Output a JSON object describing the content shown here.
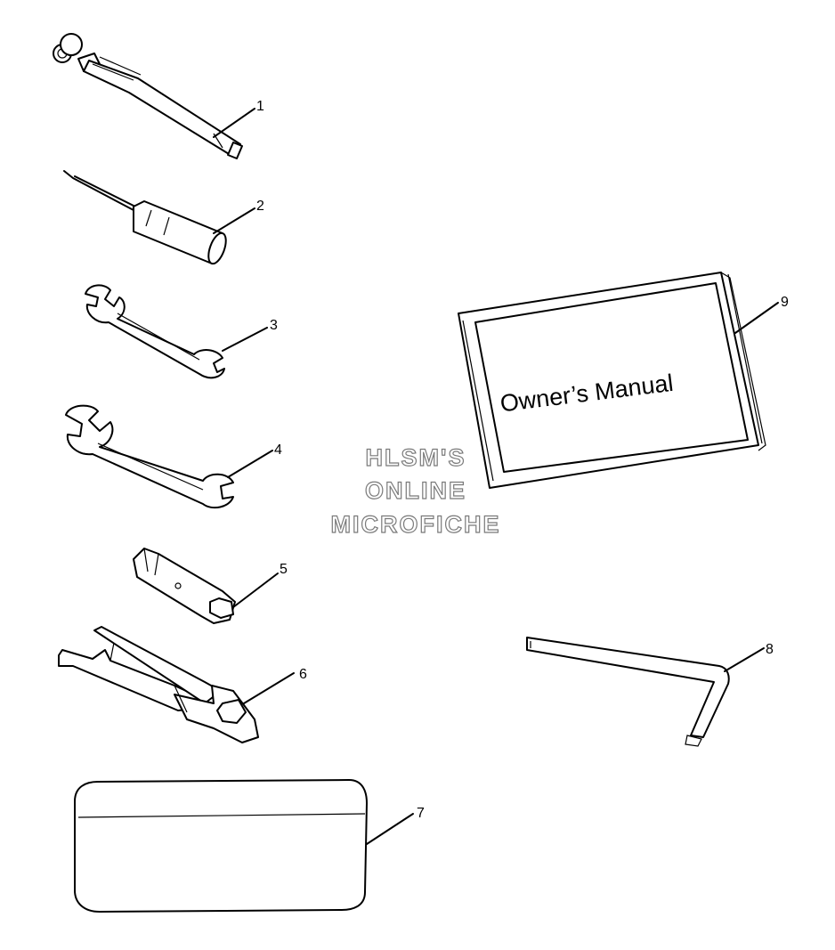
{
  "callouts": {
    "c1": "1",
    "c2": "2",
    "c3": "3",
    "c4": "4",
    "c5": "5",
    "c6": "6",
    "c7": "7",
    "c8": "8",
    "c9": "9"
  },
  "manual": {
    "title": "Owner’s Manual"
  },
  "watermark": {
    "line1": "HLSM'S",
    "line2": "ONLINE",
    "line3": "MICROFICHE",
    "color": "#7a7a7a"
  }
}
